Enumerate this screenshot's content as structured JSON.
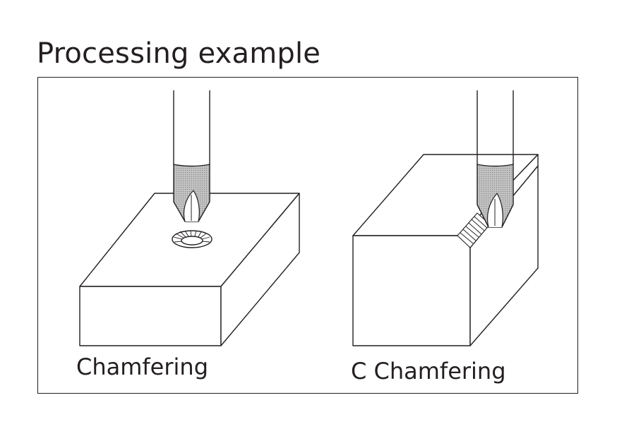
{
  "heading": {
    "title": "Processing example"
  },
  "examples": [
    {
      "caption": "Chamfering",
      "icon": "countersink-chamfer-block-icon"
    },
    {
      "caption": "C Chamfering",
      "icon": "edge-chamfer-block-icon"
    }
  ],
  "colors": {
    "line": "#231f20",
    "tool_tip_fill": "#bdbdbd",
    "block_fill": "#ffffff"
  }
}
